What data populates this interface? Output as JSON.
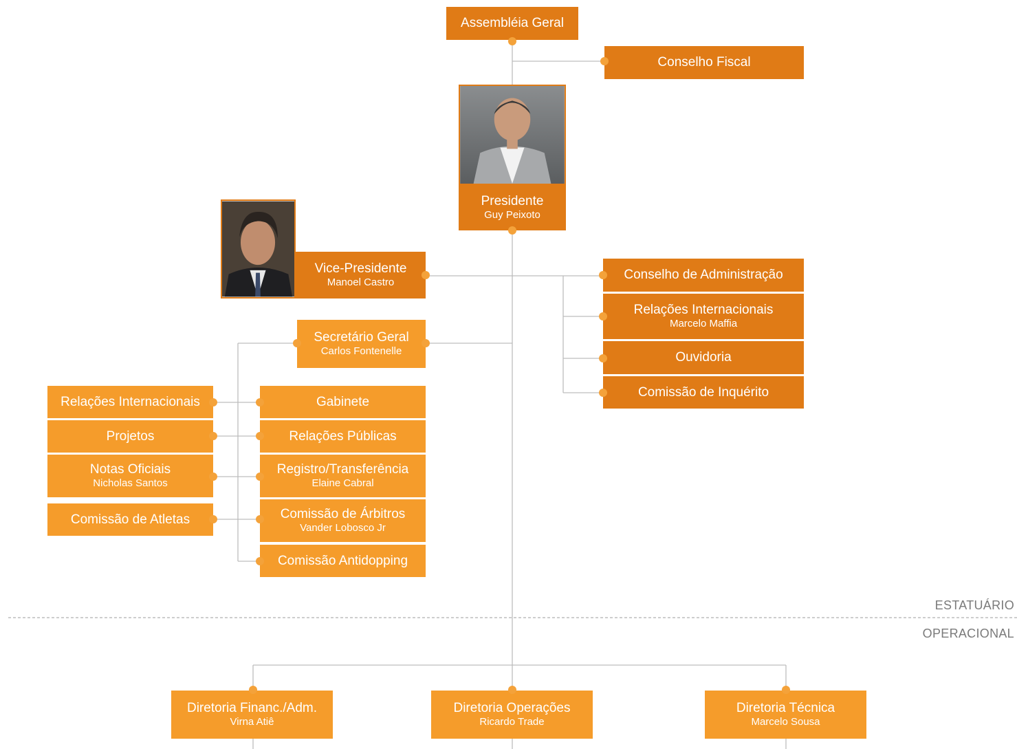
{
  "assembleia": "Assembléia Geral",
  "conselho_fiscal": "Conselho Fiscal",
  "presidente": {
    "title": "Presidente",
    "name": "Guy Peixoto"
  },
  "vice_presidente": {
    "title": "Vice-Presidente",
    "name": "Manoel Castro"
  },
  "secretario_geral": {
    "title": "Secretário Geral",
    "name": "Carlos Fontenelle"
  },
  "right_units": [
    {
      "title": "Conselho de Administração"
    },
    {
      "title": "Relações Internacionais",
      "name": "Marcelo Maffia"
    },
    {
      "title": "Ouvidoria"
    },
    {
      "title": "Comissão de Inquérito"
    }
  ],
  "secretaria_units": [
    {
      "title": "Gabinete"
    },
    {
      "title": "Relações Públicas"
    },
    {
      "title": "Registro/Transferência",
      "name": "Elaine Cabral"
    },
    {
      "title": "Comissão de Árbitros",
      "name": "Vander Lobosco Jr"
    },
    {
      "title": "Comissão Antidopping"
    }
  ],
  "left_units": [
    {
      "title": "Relações Internacionais"
    },
    {
      "title": "Projetos"
    },
    {
      "title": "Notas Oficiais",
      "name": "Nicholas Santos"
    },
    {
      "title": "Comissão de Atletas"
    }
  ],
  "zones": {
    "top": "ESTATUÁRIO",
    "bottom": "OPERACIONAL"
  },
  "directorates": [
    {
      "title": "Diretoria Financ./Adm.",
      "name": "Virna Atiê"
    },
    {
      "title": "Diretoria Operações",
      "name": "Ricardo Trade"
    },
    {
      "title": "Diretoria Técnica",
      "name": "Marcelo Sousa"
    }
  ],
  "colors": {
    "primary": "#e07b16",
    "secondary": "#f59c2b",
    "connector": "#bdbdbd",
    "divider": "#9e9e9e"
  }
}
